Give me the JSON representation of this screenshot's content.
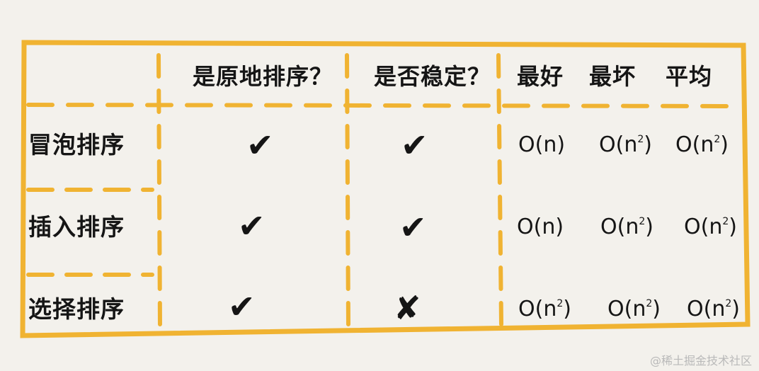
{
  "headers": {
    "in_place": "是原地排序？",
    "stable": "是否稳定？",
    "best": "最好",
    "worst": "最坏",
    "average": "平均"
  },
  "rows": [
    {
      "name": "冒泡排序",
      "in_place": "✔",
      "stable": "✔",
      "best_base": "O(n)",
      "best_exp": "",
      "worst_base": "O(n",
      "worst_exp": "2",
      "average_base": "O(n",
      "average_exp": "2"
    },
    {
      "name": "插入排序",
      "in_place": "✔",
      "stable": "✔",
      "best_base": "O(n)",
      "best_exp": "",
      "worst_base": "O(n",
      "worst_exp": "2",
      "average_base": "O(n",
      "average_exp": "2"
    },
    {
      "name": "选择排序",
      "in_place": "✔",
      "stable": "✘",
      "best_base": "O(n",
      "best_exp": "2",
      "worst_base": "O(n",
      "worst_exp": "2",
      "average_base": "O(n",
      "average_exp": "2"
    }
  ],
  "watermark": "@稀土掘金技术社区",
  "colors": {
    "frame": "#f0b332",
    "background": "#f3f1ec",
    "ink": "#151515"
  }
}
